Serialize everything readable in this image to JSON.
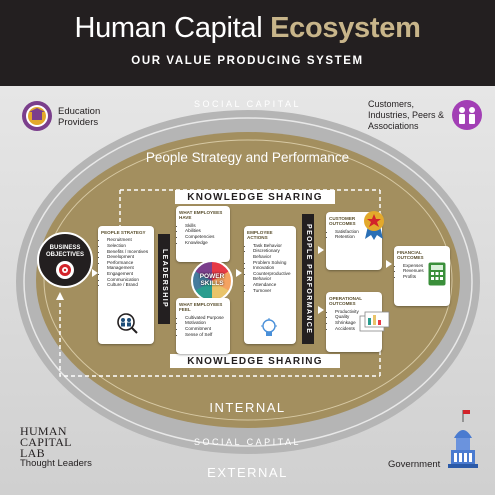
{
  "header": {
    "title_main": "Human Capital ",
    "title_accent": "Ecosystem",
    "subtitle": "OUR VALUE PRODUCING SYSTEM"
  },
  "rings": {
    "social_capital_top": "SOCIAL CAPITAL",
    "social_capital_bottom": "SOCIAL CAPITAL",
    "internal": "INTERNAL",
    "external": "EXTERNAL"
  },
  "core": {
    "title": "People Strategy and Performance",
    "knowledge_sharing_top": "KNOWLEDGE SHARING",
    "knowledge_sharing_bottom": "KNOWLEDGE SHARING",
    "leadership": "LEADERSHIP",
    "people_performance": "PEOPLE PERFORMANCE",
    "business_objectives": "BUSINESS OBJECTIVES",
    "power_skills": "POWER SKILLS"
  },
  "boxes": {
    "people_strategy": {
      "title": "PEOPLE STRATEGY",
      "items": [
        "Recruitment",
        "Selection",
        "Benefits / Incentives",
        "Development",
        "Performance Management",
        "Engagement",
        "Communication",
        "Culture / Brand"
      ]
    },
    "employees_have": {
      "title": "WHAT EMPLOYEES HAVE",
      "items": [
        "Skills",
        "Abilities",
        "Competencies",
        "Knowledge"
      ]
    },
    "employees_feel": {
      "title": "WHAT EMPLOYEES FEEL",
      "items": [
        "Cultivated Purpose",
        "Motivation",
        "Commitment",
        "Sense of Self"
      ]
    },
    "employee_actions": {
      "title": "EMPLOYEE ACTIONS",
      "items": [
        "Task Behavior",
        "Discretionary Behavior",
        "Problem Solving",
        "Innovation",
        "Counterproductive Behavior",
        "Attendance",
        "Turnover"
      ]
    },
    "customer_outcomes": {
      "title": "CUSTOMER OUTCOMES",
      "items": [
        "Satisfaction",
        "Retention"
      ]
    },
    "operational_outcomes": {
      "title": "OPERATIONAL OUTCOMES",
      "items": [
        "Productivity",
        "Quality",
        "Shrinkage",
        "Accidents"
      ]
    },
    "financial_outcomes": {
      "title": "FINANCIAL OUTCOMES",
      "items": [
        "Expenses",
        "Revenues",
        "Profits"
      ]
    }
  },
  "corners": {
    "top_left": "Education Providers",
    "top_right": "Customers, Industries, Peers & Associations",
    "bottom_left": "Thought Leaders",
    "bottom_left_logo": "HUMAN CAPITAL LAB",
    "bottom_right": "Government"
  },
  "colors": {
    "header_bg": "#231f20",
    "accent_gold": "#c8b58a",
    "ellipse_outer": "#b3b3b3",
    "ellipse_inner": "#a38f5f",
    "purple": "#7b3f8c"
  }
}
